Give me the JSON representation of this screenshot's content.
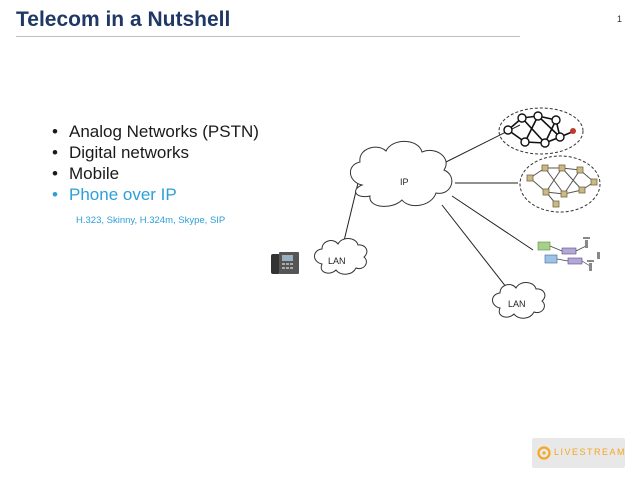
{
  "slide": {
    "title": "Telecom in a Nutshell",
    "page_number": "1"
  },
  "bullets": [
    {
      "text": "Analog Networks (PSTN)",
      "active": false
    },
    {
      "text": "Digital networks",
      "active": false
    },
    {
      "text": "Mobile",
      "active": false
    },
    {
      "text": "Phone over IP",
      "active": true
    }
  ],
  "bullet_symbol": "•",
  "sub_bullet": "H.323, Skinny, H.324m, Skype, SIP",
  "diagram": {
    "clouds": {
      "ip": "IP",
      "lan_left": "LAN",
      "lan_right": "LAN"
    }
  },
  "logo": {
    "text": "LIVESTREAM"
  },
  "colors": {
    "title": "#1f3866",
    "accent": "#2d9fd8",
    "logo_orange": "#f5a623"
  }
}
